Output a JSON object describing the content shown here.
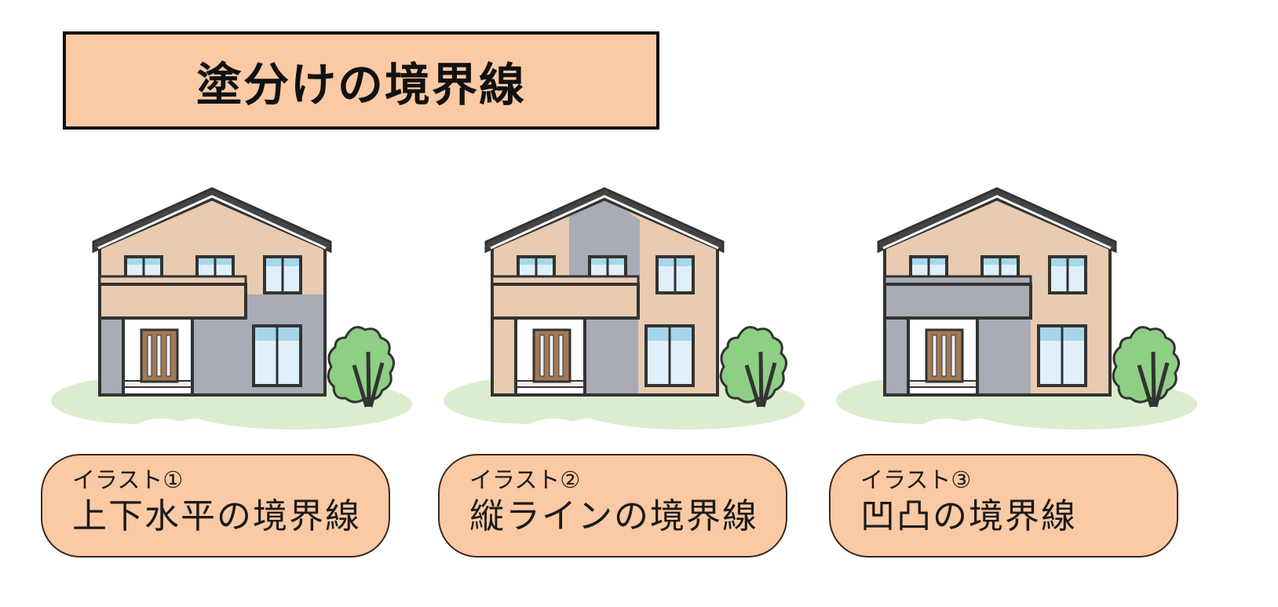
{
  "title": "塗分けの境界線",
  "colors": {
    "title_bg": "#fbc9a3",
    "beige": "#e8cbb0",
    "gray": "#a9abb5",
    "outline": "#333333",
    "window": "#dff0f8",
    "window_top": "#8ecbe6",
    "door": "#a07a55",
    "tree": "#8fcf85",
    "ground": "#dcedcf"
  },
  "illustrations": [
    {
      "label": "イラスト①",
      "description": "上下水平の境界線",
      "scheme": "horizontal-split",
      "fills": {
        "gable": "#e8cbb0",
        "left_upper": "#e8cbb0",
        "center_upper": "#e8cbb0",
        "right_upper": "#e8cbb0",
        "balcony": "#e8cbb0",
        "left_lower": "#a9abb5",
        "center_lower": "#a9abb5",
        "right_lower": "#a9abb5",
        "right_upper_lower_part": "#a9abb5"
      }
    },
    {
      "label": "イラスト②",
      "description": "縦ラインの境界線",
      "scheme": "vertical-stripe",
      "fills": {
        "gable": "#e8cbb0",
        "left_upper": "#e8cbb0",
        "center_upper": "#a9abb5",
        "right_upper": "#e8cbb0",
        "balcony": "#e8cbb0",
        "left_lower": "#e8cbb0",
        "center_lower": "#a9abb5",
        "right_lower": "#e8cbb0",
        "right_upper_lower_part": "#e8cbb0"
      }
    },
    {
      "label": "イラスト③",
      "description": "凹凸の境界線",
      "scheme": "recess-protrusion",
      "fills": {
        "gable": "#e8cbb0",
        "left_upper": "#e8cbb0",
        "center_upper": "#e8cbb0",
        "right_upper": "#e8cbb0",
        "balcony": "#a9abb5",
        "left_lower": "#a9abb5",
        "center_lower": "#a9abb5",
        "right_lower": "#e8cbb0",
        "right_upper_lower_part": "#e8cbb0"
      }
    }
  ]
}
